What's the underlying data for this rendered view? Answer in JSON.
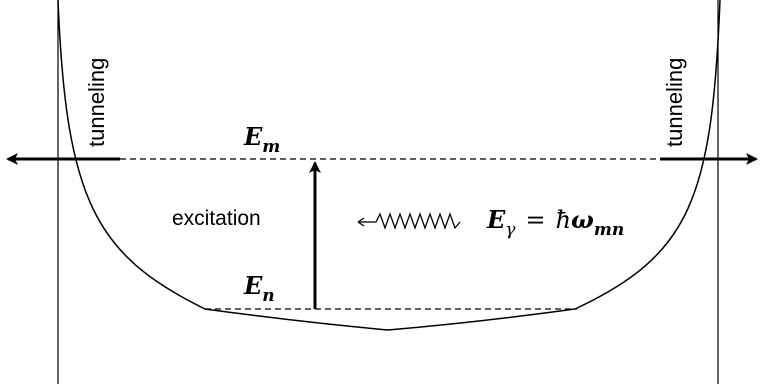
{
  "labels": {
    "tunneling_left": "tunneling",
    "tunneling_right": "tunneling",
    "upper_level": {
      "symbol": "E",
      "subscript": "m"
    },
    "lower_level": {
      "symbol": "E",
      "subscript": "n"
    },
    "excitation": "excitation",
    "photon_energy": {
      "symbol": "E",
      "subscript": "γ",
      "equals": "=",
      "hbar": "ħ",
      "omega": "ω",
      "omega_subscript": "mn"
    }
  },
  "icons": {
    "photon": "wavy-photon-arrow-icon",
    "excitation_arrow": "up-arrow-icon",
    "tunneling_arrows": "double-headed-arrow-icon"
  },
  "colors": {
    "stroke": "#000000",
    "background": "#ffffff"
  }
}
